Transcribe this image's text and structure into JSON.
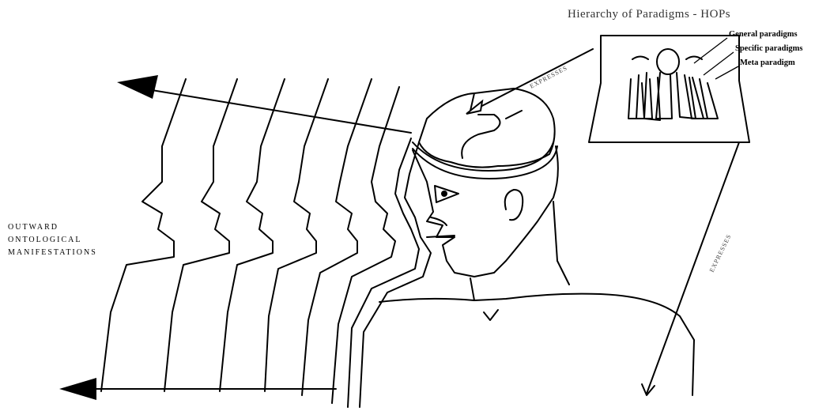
{
  "diagram": {
    "title": "Hierarchy of Paradigms - HOPs",
    "legend": {
      "general": "General paradigms",
      "specific": "Specific paradigms",
      "meta": "Meta paradigm"
    },
    "side_label": [
      "OUTWARD",
      "ONTOLOGICAL",
      "MANIFESTATIONS"
    ],
    "arrow_label_upper": "EXPRESSES",
    "arrow_label_right": "EXPRESSES"
  }
}
